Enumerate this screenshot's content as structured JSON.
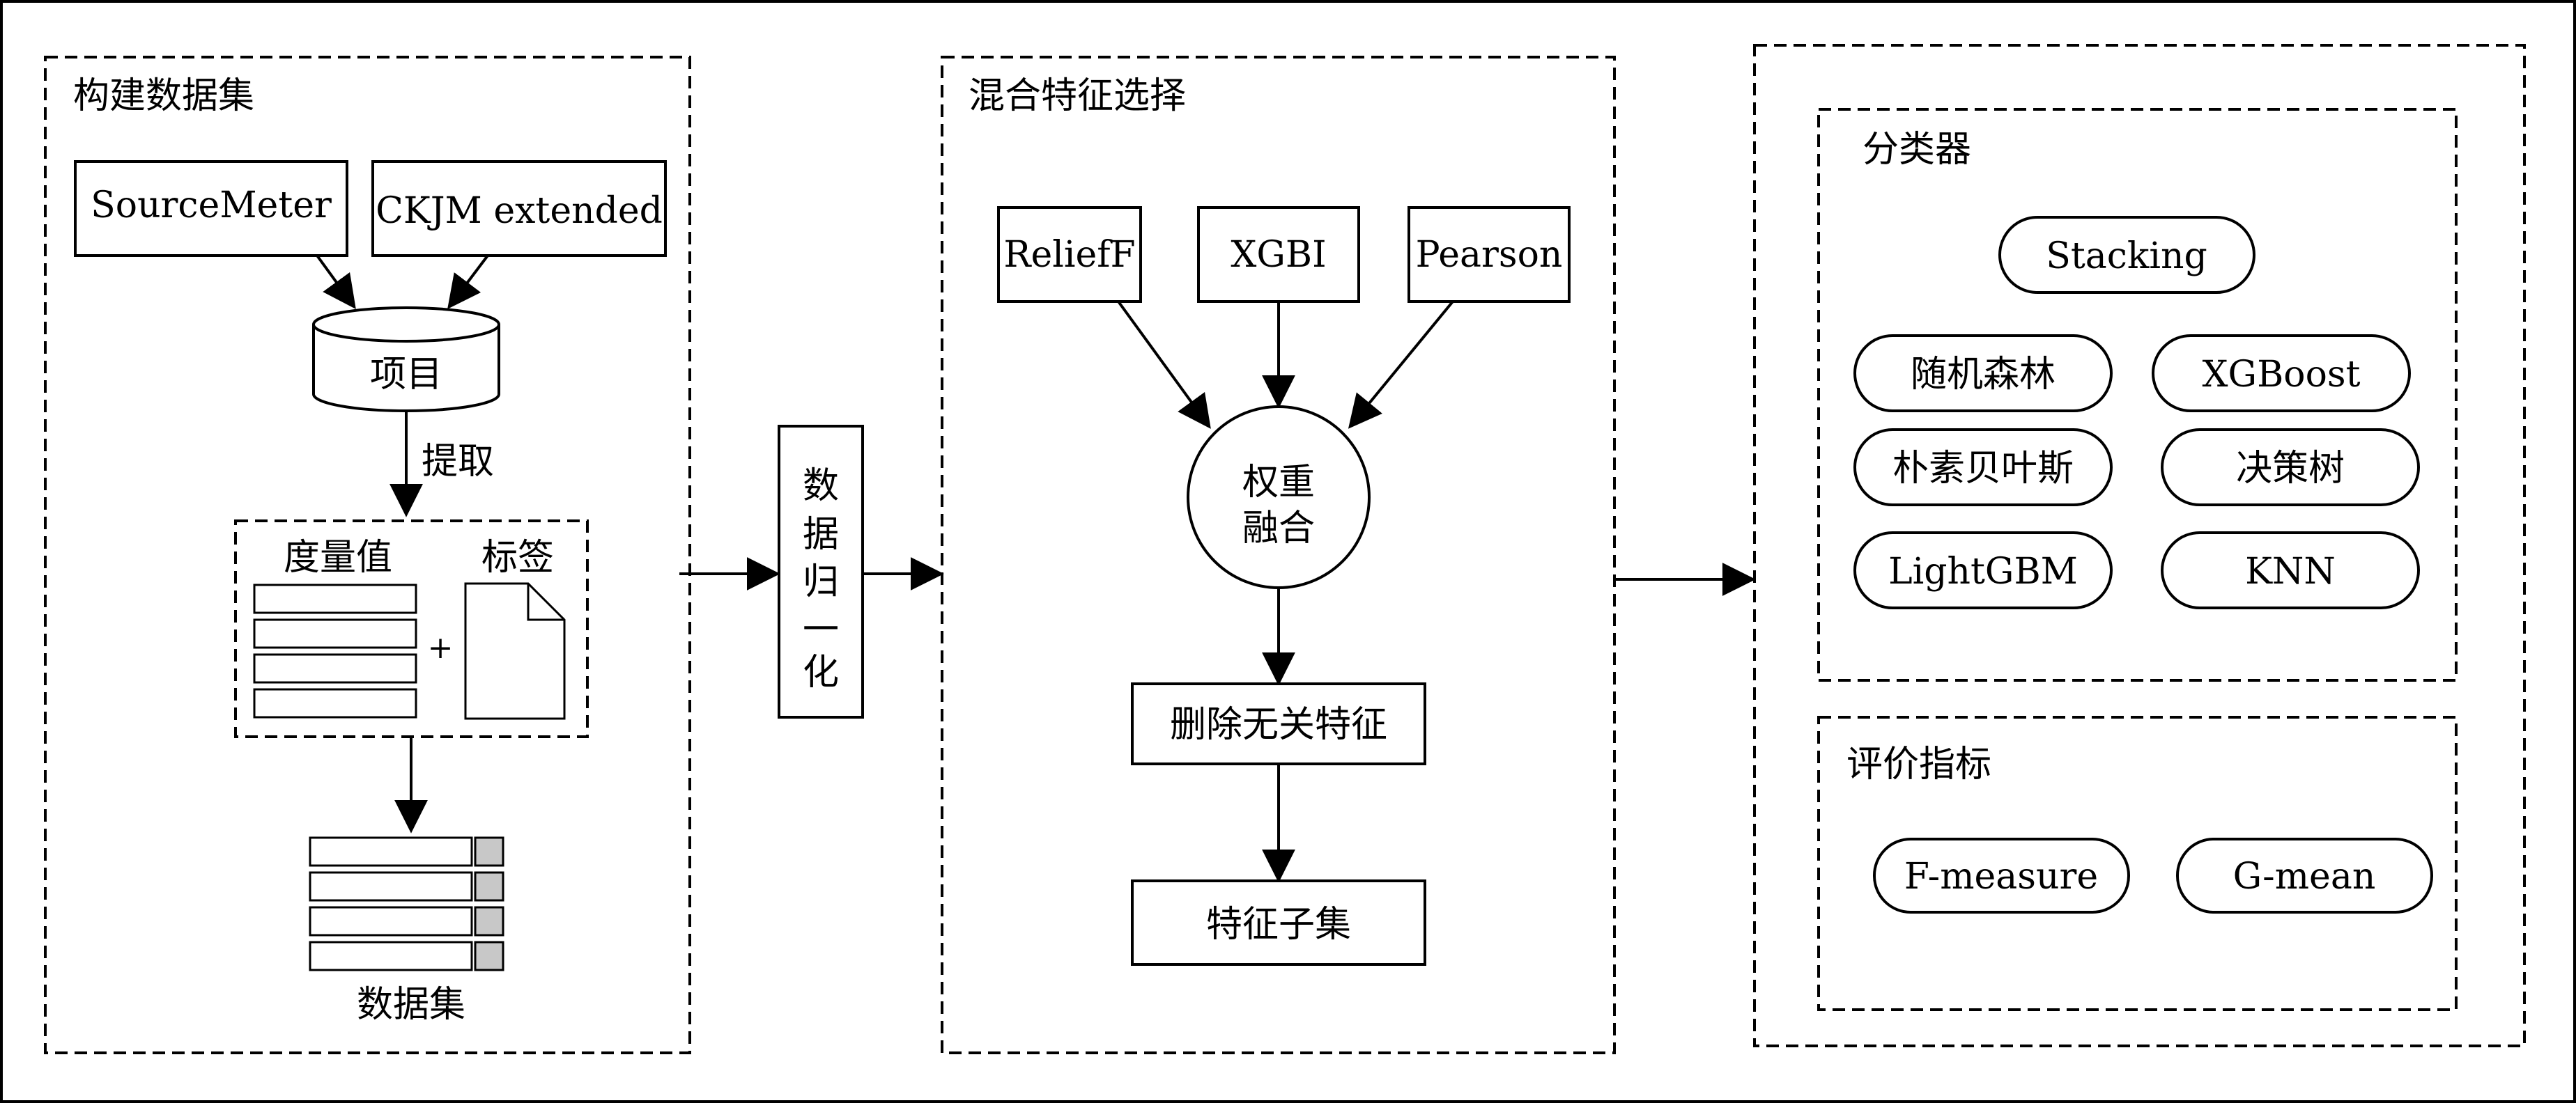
{
  "sections": {
    "build_dataset": {
      "title": "构建数据集",
      "tools": [
        "SourceMeter",
        "CKJM extended"
      ],
      "project_label": "项目",
      "extract_label": "提取",
      "metrics_label": "度量值",
      "labels_label": "标签",
      "plus_label": "+",
      "dataset_label": "数据集"
    },
    "normalize": {
      "chars": [
        "数",
        "据",
        "归",
        "一",
        "化"
      ]
    },
    "feature_selection": {
      "title": "混合特征选择",
      "methods": [
        "ReliefF",
        "XGBI",
        "Pearson"
      ],
      "fusion_lines": [
        "权重",
        "融合"
      ],
      "remove_label": "删除无关特征",
      "subset_label": "特征子集"
    },
    "classifiers": {
      "title": "分类器",
      "items": [
        "Stacking",
        "随机森林",
        "XGBoost",
        "朴素贝叶斯",
        "决策树",
        "LightGBM",
        "KNN"
      ]
    },
    "metrics": {
      "title": "评价指标",
      "items": [
        "F-measure",
        "G-mean"
      ]
    }
  }
}
